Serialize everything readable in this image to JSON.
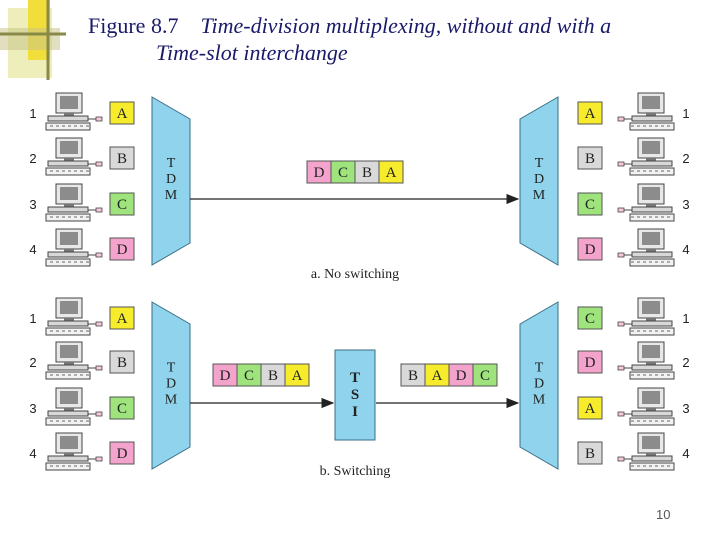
{
  "title": {
    "figure": "Figure 8.7",
    "caption_line1": "Time-division multiplexing, without and with a",
    "caption_line2": "Time-slot interchange"
  },
  "colors": {
    "A": "#f7ec2c",
    "B": "#d9d9d9",
    "C": "#9ee37c",
    "D": "#f4a3cc",
    "tdm": "#8fd3ec",
    "tsi": "#8fd3ec",
    "title": "#1a1a6a",
    "arrow": "#222222"
  },
  "panel_a": {
    "caption": "a. No switching",
    "left_numbers": [
      "1",
      "2",
      "3",
      "4"
    ],
    "left_boxes": [
      "A",
      "B",
      "C",
      "D"
    ],
    "left_mux_label": [
      "T",
      "D",
      "M"
    ],
    "frame": [
      "D",
      "C",
      "B",
      "A"
    ],
    "right_mux_label": [
      "T",
      "D",
      "M"
    ],
    "right_boxes": [
      "A",
      "B",
      "C",
      "D"
    ],
    "right_numbers": [
      "1",
      "2",
      "3",
      "4"
    ]
  },
  "panel_b": {
    "caption": "b. Switching",
    "left_numbers": [
      "1",
      "2",
      "3",
      "4"
    ],
    "left_boxes": [
      "A",
      "B",
      "C",
      "D"
    ],
    "left_mux_label": [
      "T",
      "D",
      "M"
    ],
    "frame_in": [
      "D",
      "C",
      "B",
      "A"
    ],
    "tsi_label": [
      "T",
      "S",
      "I"
    ],
    "frame_out": [
      "B",
      "A",
      "D",
      "C"
    ],
    "right_mux_label": [
      "T",
      "D",
      "M"
    ],
    "right_boxes": [
      "C",
      "D",
      "A",
      "B"
    ],
    "right_numbers": [
      "1",
      "2",
      "3",
      "4"
    ]
  },
  "page_number": "10"
}
